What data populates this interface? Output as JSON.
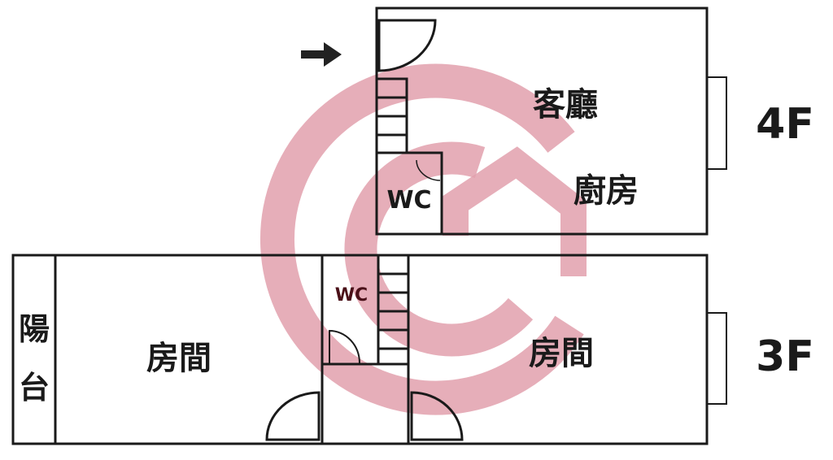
{
  "floors": {
    "fourth": {
      "label": "4F",
      "rooms": {
        "living": "客廳",
        "kitchen": "廚房",
        "wc": "WC"
      }
    },
    "third": {
      "label": "3F",
      "rooms": {
        "balcony_1": "陽",
        "balcony_2": "台",
        "room_left": "房間",
        "wc": "WC",
        "room_right": "房間"
      }
    }
  },
  "colors": {
    "wall": "#1a1a1a",
    "watermark": "#e2a0ad",
    "wc3": "#4a1018"
  },
  "watermark_icon": "house-target-logo",
  "entry_icon": "arrow-right-icon"
}
